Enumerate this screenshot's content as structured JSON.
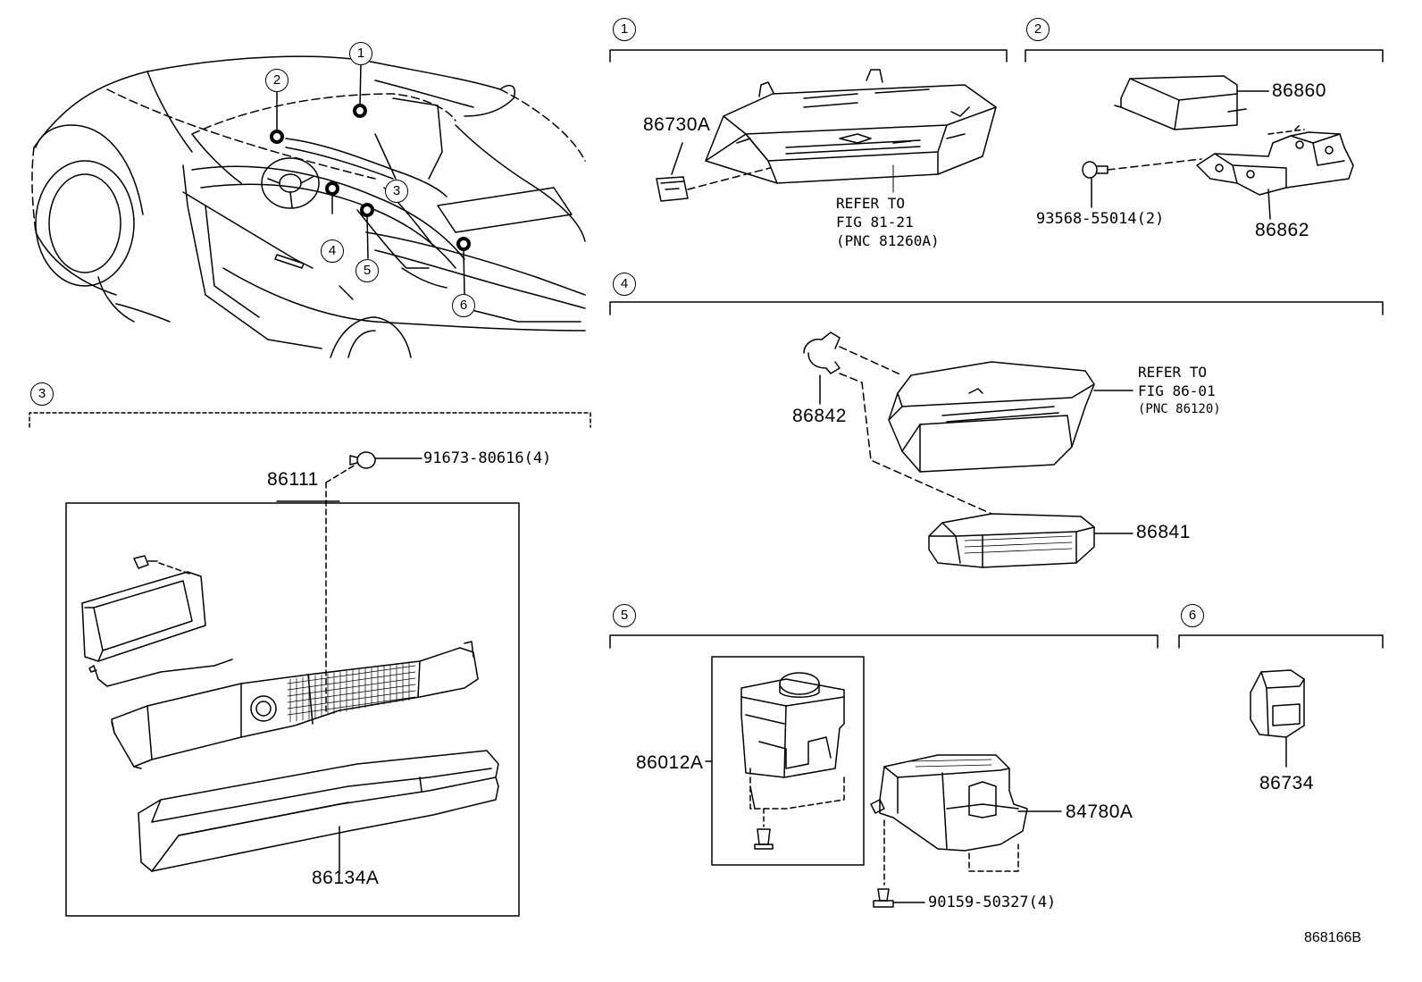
{
  "car_callouts": [
    "1",
    "2",
    "3",
    "4",
    "5",
    "6"
  ],
  "sections": [
    {
      "number": "1"
    },
    {
      "number": "2"
    },
    {
      "number": "3"
    },
    {
      "number": "4"
    },
    {
      "number": "5"
    },
    {
      "number": "6"
    }
  ],
  "parts": {
    "p86730A": "86730A",
    "p86860": "86860",
    "p86862": "86862",
    "p93568": "93568-55014(2)",
    "p86842": "86842",
    "p86841": "86841",
    "p86111": "86111",
    "p91673": "91673-80616(4)",
    "p86134A": "86134A",
    "p86012A": "86012A",
    "p84780A": "84780A",
    "p90159": "90159-50327(4)",
    "p86734": "86734"
  },
  "refs": {
    "ref1_line1": "REFER TO",
    "ref1_line2": "FIG 81-21",
    "ref1_line3": "(PNC 81260A)",
    "ref4_line1": "REFER TO",
    "ref4_line2": "FIG 86-01",
    "ref4_line3": "(PNC 86120)"
  },
  "figure_code": "868166B"
}
